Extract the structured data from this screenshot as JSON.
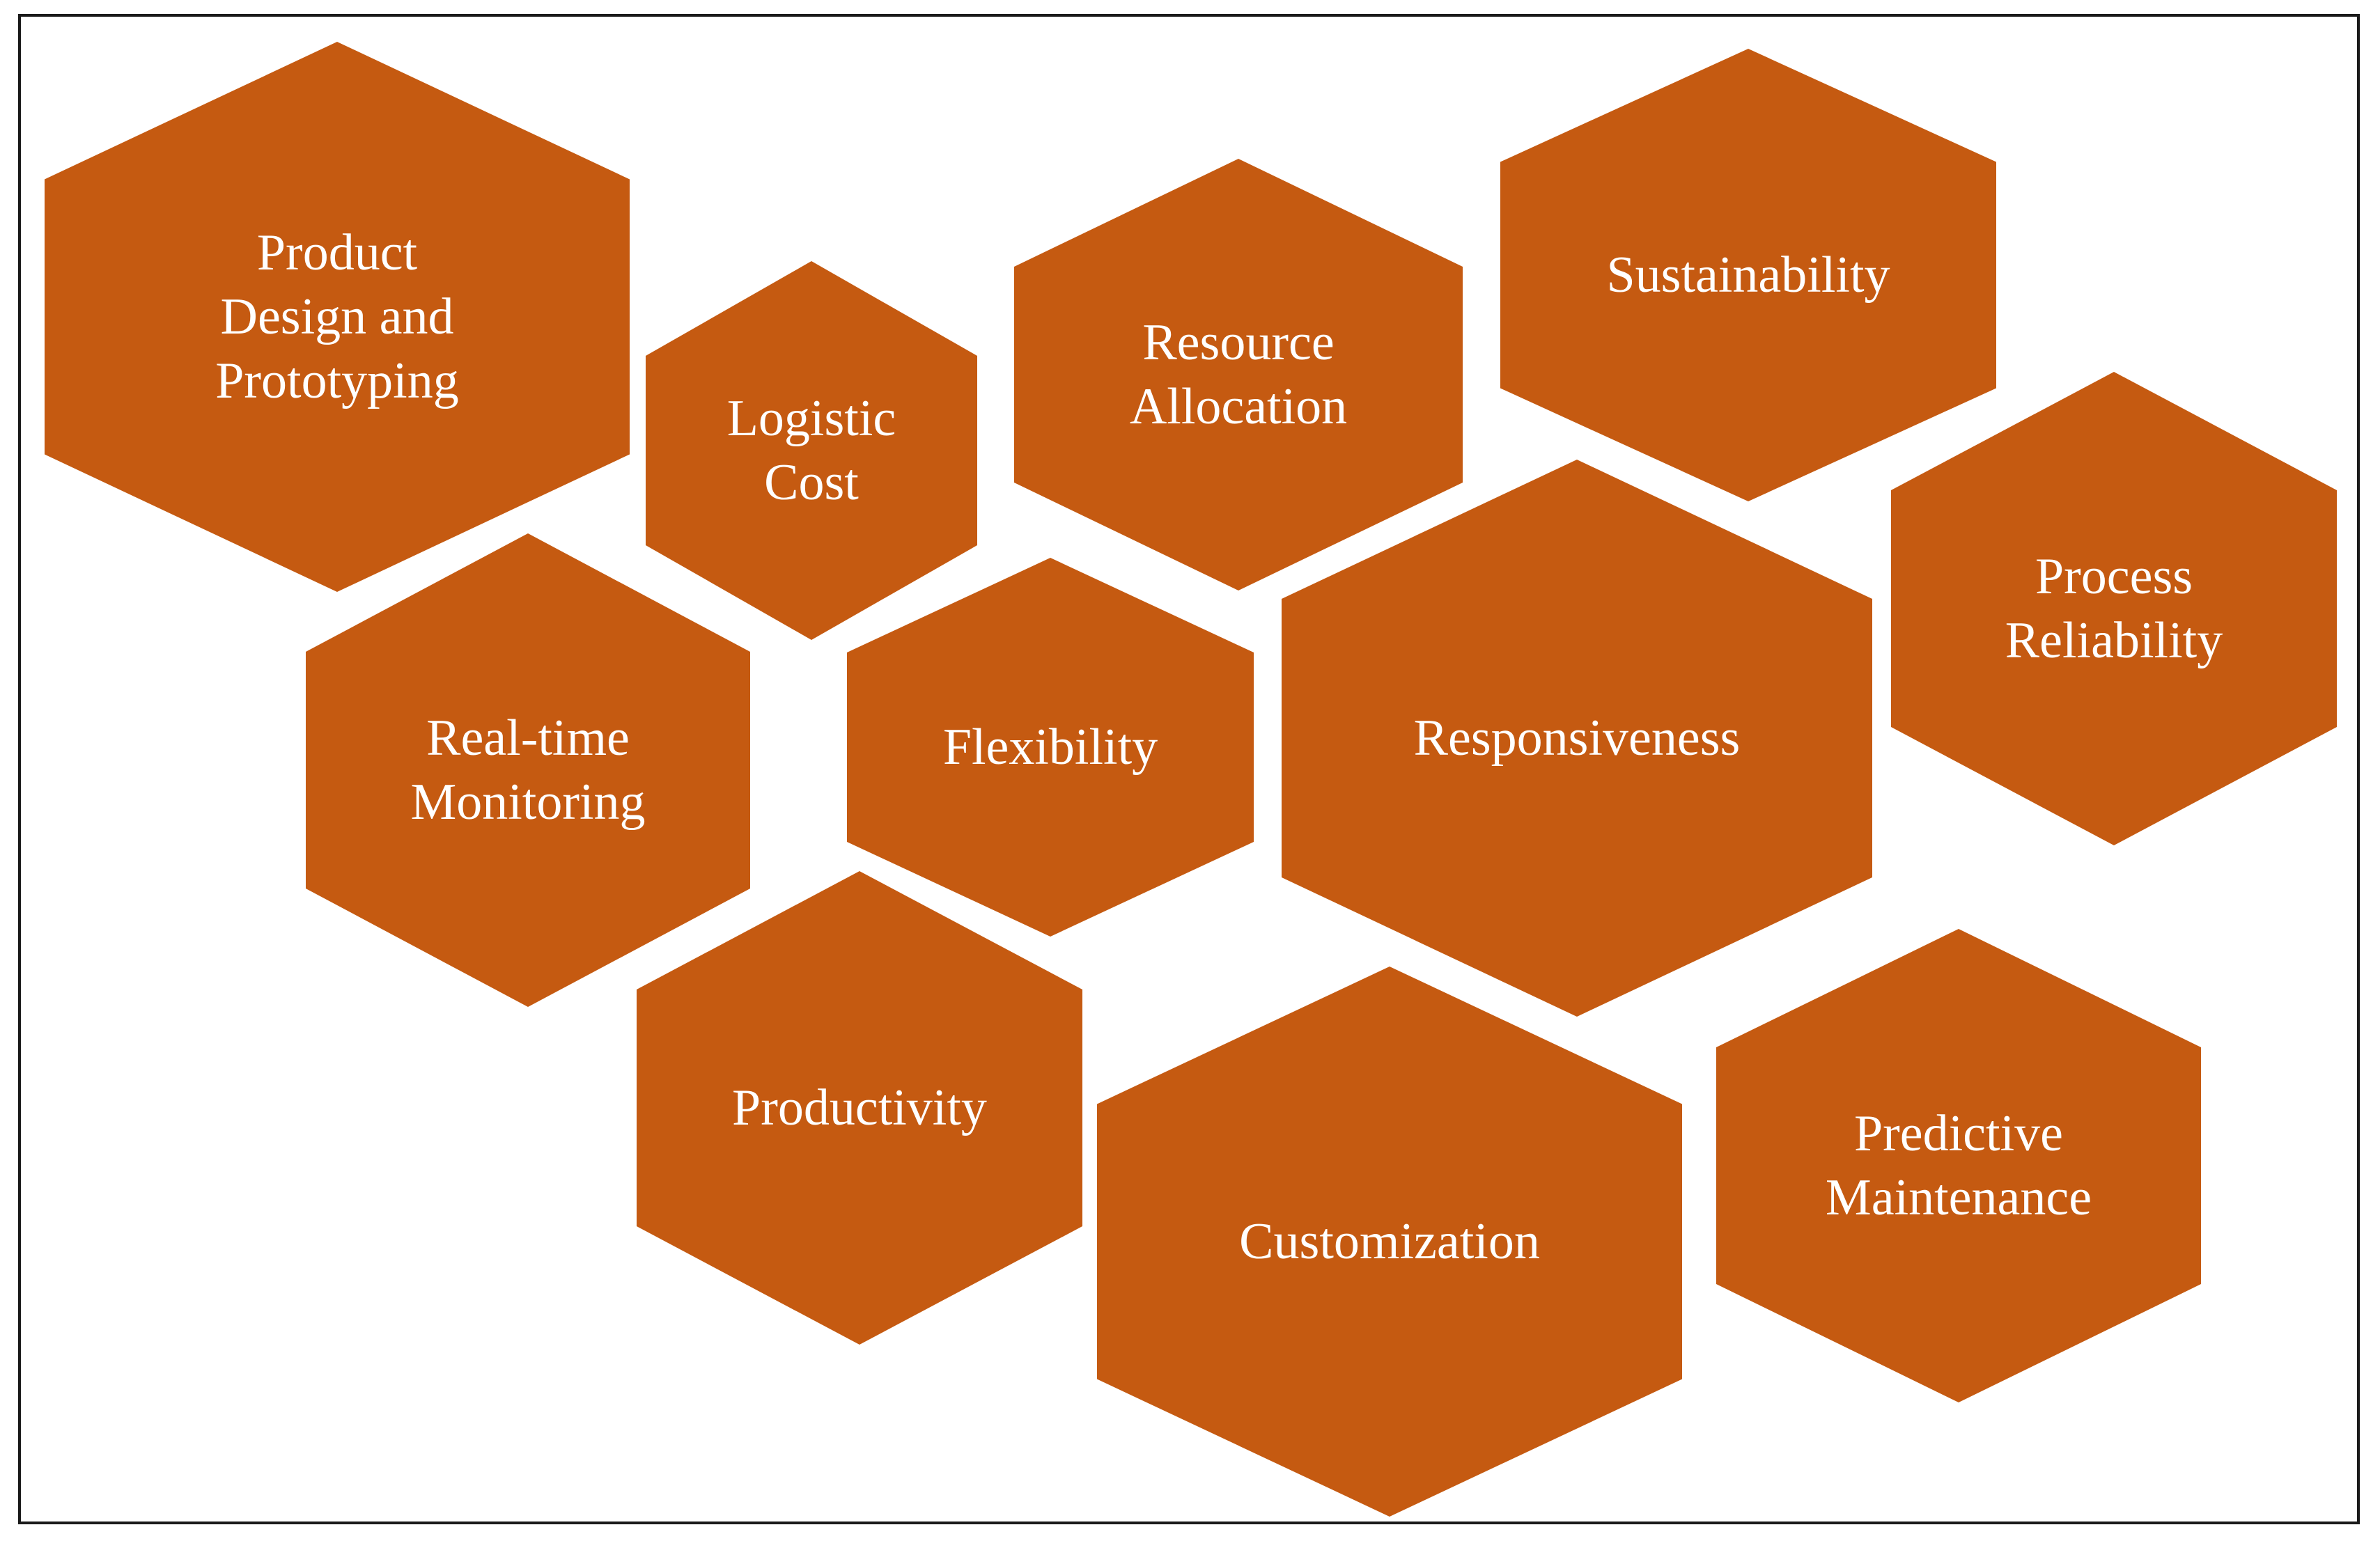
{
  "colors": {
    "hexagon_fill": "#C55A11",
    "label_text": "#FFFFFF",
    "frame_border": "#1A1A1A",
    "background": "#FFFFFF"
  },
  "hexagons": [
    {
      "id": "product-design",
      "lines": [
        "Product",
        "Design and",
        "Prototyping"
      ]
    },
    {
      "id": "logistic-cost",
      "lines": [
        "Logistic",
        "Cost"
      ]
    },
    {
      "id": "resource-allocation",
      "lines": [
        "Resource",
        "Allocation"
      ]
    },
    {
      "id": "sustainability",
      "lines": [
        "Sustainability"
      ]
    },
    {
      "id": "process-reliability",
      "lines": [
        "Process",
        "Reliability"
      ]
    },
    {
      "id": "real-time-monitoring",
      "lines": [
        "Real-time",
        "Monitoring"
      ]
    },
    {
      "id": "flexibility",
      "lines": [
        "Flexibility"
      ]
    },
    {
      "id": "responsiveness",
      "lines": [
        "Responsiveness"
      ]
    },
    {
      "id": "productivity",
      "lines": [
        "Productivity"
      ]
    },
    {
      "id": "customization",
      "lines": [
        "Customization"
      ]
    },
    {
      "id": "predictive-maintenance",
      "lines": [
        "Predictive",
        "Maintenance"
      ]
    }
  ]
}
